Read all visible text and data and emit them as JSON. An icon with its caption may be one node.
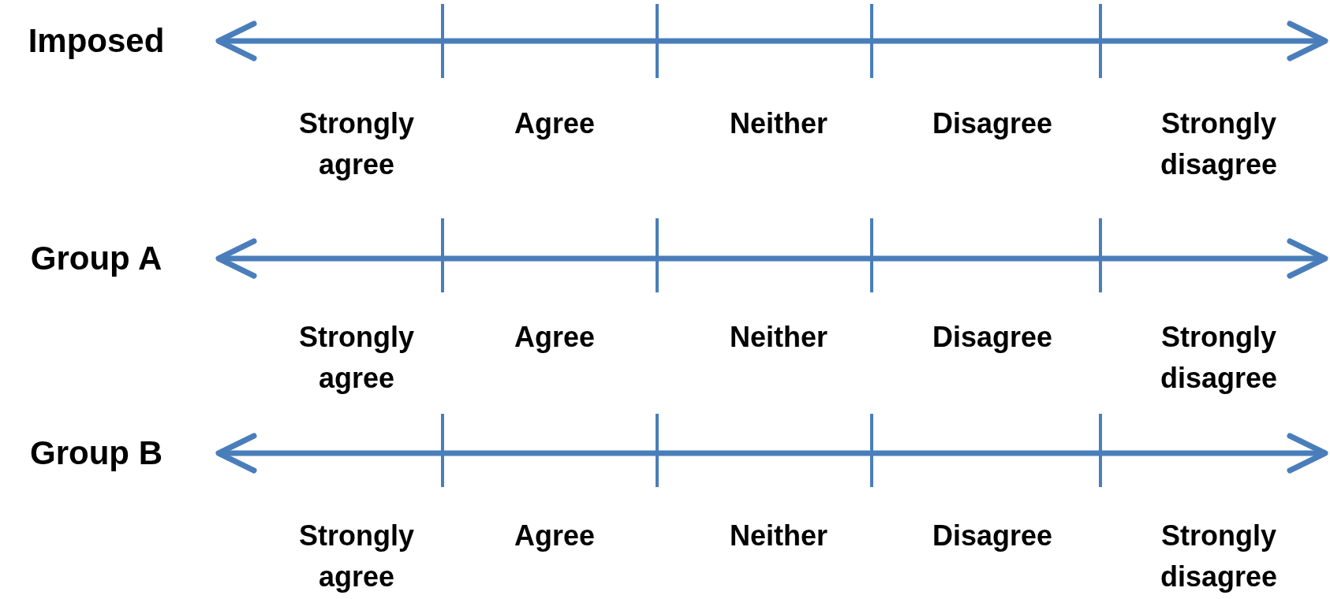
{
  "diagram": {
    "labels": [
      "Imposed",
      "Strongly agree",
      "Agree",
      "Neither",
      "Disagree",
      "Strongly disagree",
      "Group A",
      "Strongly agree",
      "Agree",
      "Neither",
      "Disagree",
      "Strongly disagree",
      "Group B",
      "Strongly agree",
      "Agree",
      "Neither",
      "Disagree",
      "Strongly disagree"
    ]
  }
}
